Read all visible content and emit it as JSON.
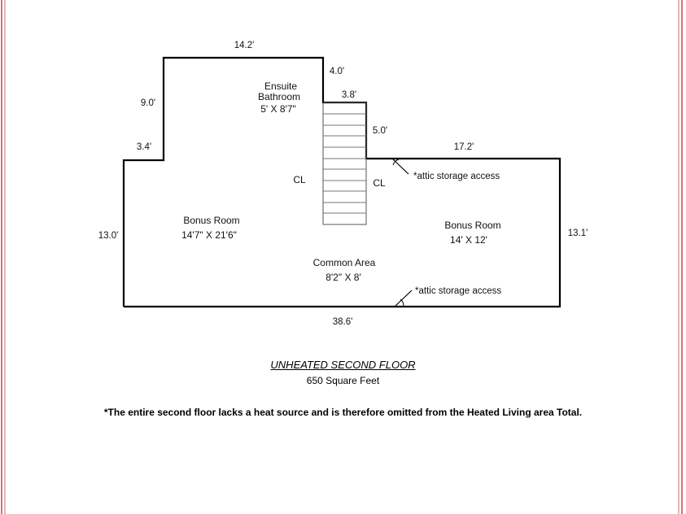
{
  "border_color": "#c0474b",
  "dimensions": {
    "top_left": "14.2'",
    "left_upper": "9.0'",
    "step_left": "3.4'",
    "left": "13.0'",
    "bottom": "38.6'",
    "right": "13.1'",
    "top_right": "17.2'",
    "stair_right": "5.0'",
    "stair_top": "3.8'",
    "notch": "4.0'"
  },
  "rooms": {
    "ensuite": {
      "name_line1": "Ensuite",
      "name_line2": "Bathroom",
      "size": "5' X 8'7\""
    },
    "bonus_left": {
      "name": "Bonus Room",
      "size": "14'7\" X 21'6\""
    },
    "bonus_right": {
      "name": "Bonus Room",
      "size": "14' X 12'"
    },
    "common": {
      "name": "Common Area",
      "size": "8'2\" X 8'"
    }
  },
  "closets": {
    "left": "CL",
    "right": "CL"
  },
  "attic_upper": "*attic storage access",
  "attic_lower": "*attic storage access",
  "caption": {
    "title": "UNHEATED SECOND FLOOR",
    "subtitle": "650 Square Feet",
    "note": "*The entire second floor lacks a heat source and is therefore omitted from the Heated Living area Total."
  }
}
